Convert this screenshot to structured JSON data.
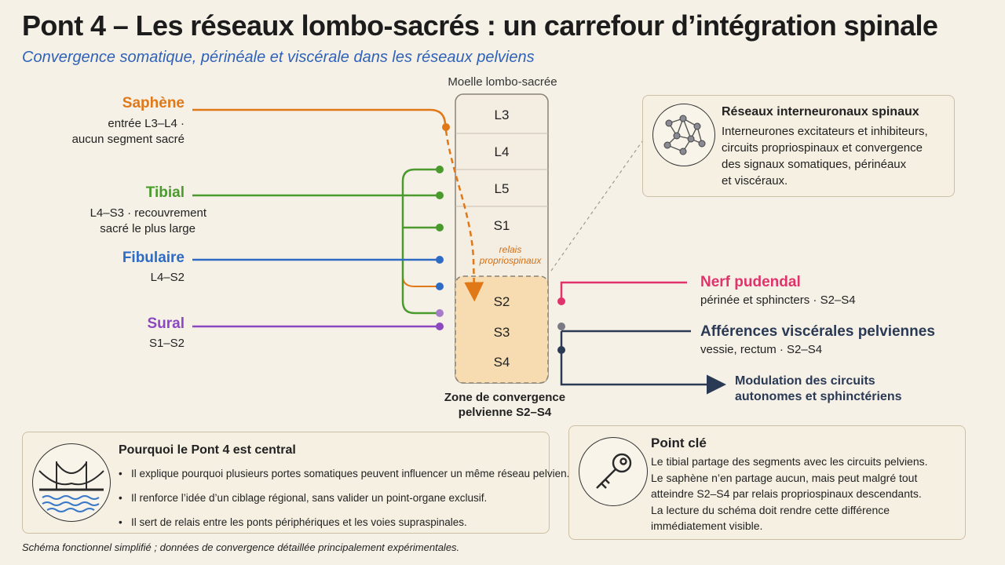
{
  "header": {
    "title": "Pont 4 – Les réseaux lombo-sacrés : un carrefour d’intégration spinale",
    "subtitle": "Convergence somatique, périnéale et viscérale dans les réseaux pelviens"
  },
  "spine": {
    "title": "Moelle lombo-sacrée",
    "segments": [
      "L3",
      "L4",
      "L5",
      "S1",
      "S2",
      "S3",
      "S4"
    ],
    "relay_label_line1": "relais",
    "relay_label_line2": "propriospinaux",
    "zone_label_line1": "Zone de convergence",
    "zone_label_line2": "pelvienne S2–S4"
  },
  "nerves": [
    {
      "name": "Saphène",
      "desc_line1": "entrée L3–L4 ·",
      "desc_line2": "aucun segment sacré",
      "color": "#e07818"
    },
    {
      "name": "Tibial",
      "desc_line1": "L4–S3 · recouvrement",
      "desc_line2": "sacré le plus large",
      "color": "#4a9a2e"
    },
    {
      "name": "Fibulaire",
      "desc_line1": "L4–S2",
      "desc_line2": "",
      "color": "#2e6bc4"
    },
    {
      "name": "Sural",
      "desc_line1": "S1–S2",
      "desc_line2": "",
      "color": "#8b48c0"
    }
  ],
  "outputs": {
    "pudendal": {
      "name": "Nerf pudendal",
      "desc": "périnée et sphincters · S2–S4",
      "color": "#e0336b"
    },
    "visceral": {
      "name": "Afférences viscérales pelviennes",
      "desc": "vessie, rectum · S2–S4",
      "color": "#2a3a55"
    },
    "modulation": {
      "line1": "Modulation des circuits",
      "line2": "autonomes et sphinctériens"
    }
  },
  "interneuron_card": {
    "title": "Réseaux interneuronaux spinaux",
    "lines": [
      "Interneurones excitateurs et inhibiteurs,",
      "circuits propriospinaux et convergence",
      "des signaux somatiques, périnéaux",
      "et viscéraux."
    ]
  },
  "why_card": {
    "title": "Pourquoi le Pont 4 est central",
    "bullets": [
      "Il explique pourquoi plusieurs portes somatiques peuvent influencer un même réseau pelvien.",
      "Il renforce l’idée d’un ciblage régional, sans valider un point-organe exclusif.",
      "Il sert de relais entre les ponts périphériques et les voies supraspinales."
    ]
  },
  "key_card": {
    "title": "Point clé",
    "lines": [
      "Le tibial partage des segments avec les circuits pelviens.",
      "Le saphène n’en partage aucun, mais peut malgré tout",
      "atteindre S2–S4 par relais propriospinaux descendants.",
      "La lecture du schéma doit rendre cette différence",
      "immédiatement visible."
    ]
  },
  "footnote": "Schéma fonctionnel simplifié ; données de convergence détaillée principalement expérimentales."
}
